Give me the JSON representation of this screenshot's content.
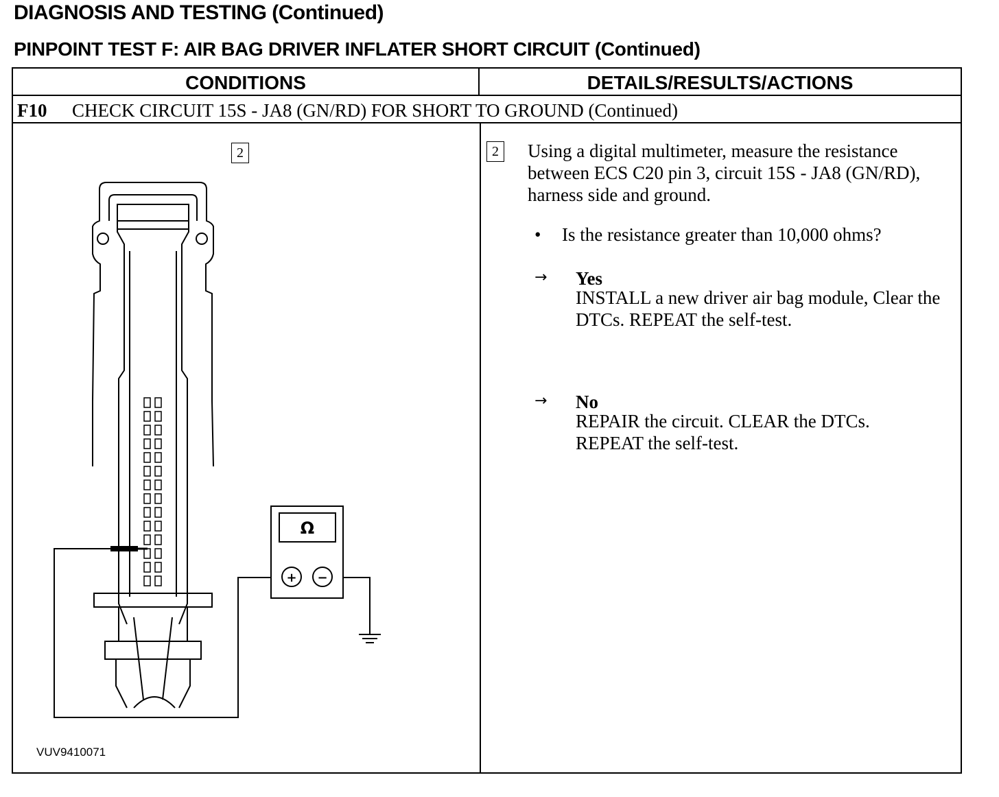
{
  "header": {
    "title": "DIAGNOSIS AND TESTING (Continued)",
    "subtitle": "PINPOINT TEST F: AIR BAG DRIVER INFLATER SHORT CIRCUIT (Continued)"
  },
  "table": {
    "col_conditions": "CONDITIONS",
    "col_details": "DETAILS/RESULTS/ACTIONS",
    "step_id": "F10",
    "step_title": "CHECK CIRCUIT 15S - JA8 (GN/RD) FOR SHORT TO GROUND (Continued)"
  },
  "conditions": {
    "step_number": "2",
    "meter_symbol": "Ω",
    "plus_symbol": "+",
    "minus_symbol": "−",
    "figure_code": "VUV9410071"
  },
  "details": {
    "step_number": "2",
    "instruction": "Using a digital multimeter, measure the resistance between ECS C20 pin 3, circuit 15S - JA8 (GN/RD), harness side and ground.",
    "question": "Is the resistance greater than 10,000 ohms?",
    "bullet": "•",
    "arrow": "→",
    "results": [
      {
        "label": "Yes",
        "action": "INSTALL a new driver air bag module, Clear the DTCs. REPEAT the self-test."
      },
      {
        "label": "No",
        "action": "REPAIR the circuit. CLEAR the DTCs. REPEAT the self-test."
      }
    ]
  }
}
